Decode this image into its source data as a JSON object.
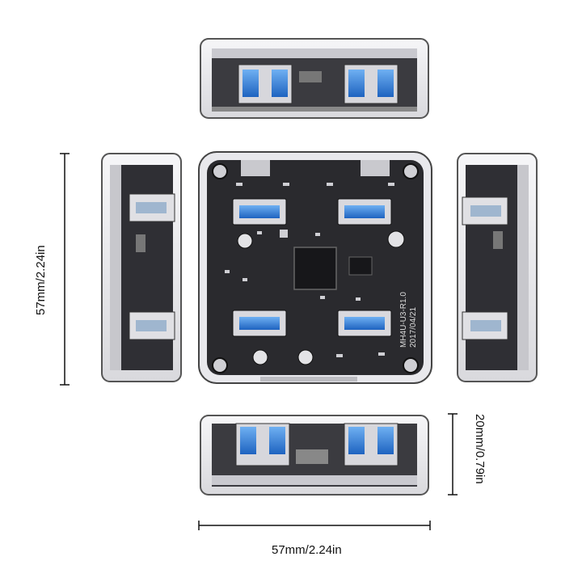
{
  "dimensions": {
    "height_label": "57mm/2.24in",
    "width_label": "57mm/2.24in",
    "thickness_label": "20mm/0.79in"
  },
  "board": {
    "model_text": "MH4U-U3-R1.0",
    "date_text": "2017/04/21"
  },
  "colors": {
    "usb_blue": "#2f7fd8",
    "pcb_dark": "#2a2a2e",
    "frame": "#e9e9ec"
  }
}
